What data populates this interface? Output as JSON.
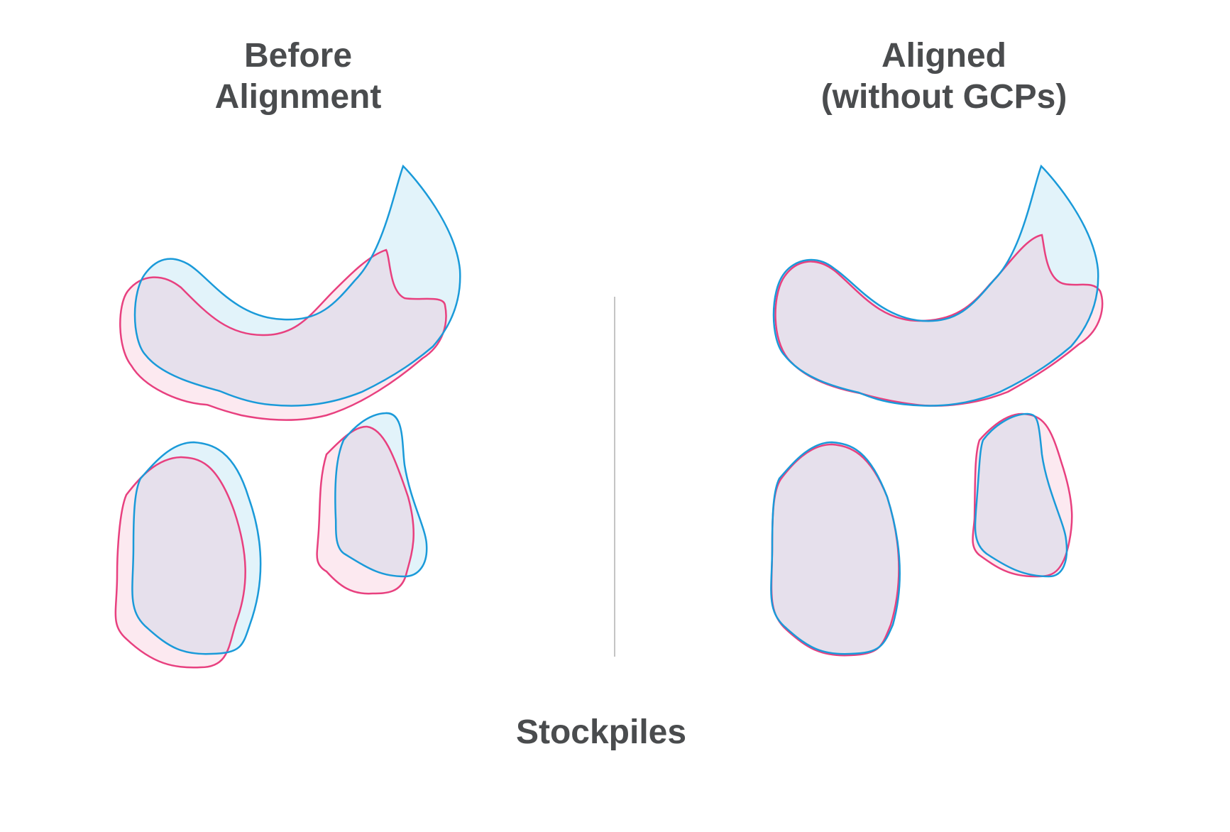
{
  "panels": [
    {
      "heading_lines": [
        "Before",
        "Alignment"
      ]
    },
    {
      "heading_lines": [
        "Aligned",
        "(without GCPs)"
      ]
    }
  ],
  "caption": "Stockpiles",
  "colors": {
    "text": "#4a4c4e",
    "reference_stroke": "#1a9ad9",
    "reference_fill": "#e2f3fa",
    "survey_stroke": "#e8407f",
    "survey_fill": "#fce9f0",
    "overlap_fill": "#e6e0ec",
    "divider": "#8a8a8a"
  }
}
